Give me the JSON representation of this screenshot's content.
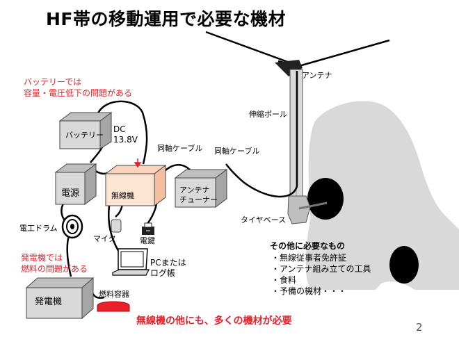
{
  "title": "HF帯の移動運用で必要な機材",
  "notes": {
    "battery_note_1": "バッテリーでは",
    "battery_note_2": "容量・電圧低下の問題がある",
    "generator_note_1": "発電機では",
    "generator_note_2": "燃料の問題がある"
  },
  "equipment": {
    "battery": "バッテリー",
    "power_supply": "電源",
    "radio": "無線機",
    "tuner_1": "アンテナ",
    "tuner_2": "チューナー",
    "generator": "発電機",
    "fuel_container": "燃料容器",
    "cord_reel": "電工ドラム",
    "mic": "マイク",
    "key": "電鍵",
    "pc_1": "PCまたは",
    "pc_2": "ログ帳",
    "antenna": "アンテナ",
    "pole": "伸縮ポール",
    "tire_base": "タイヤベース"
  },
  "labels": {
    "dc_1": "DC",
    "dc_2": "13.8V",
    "coax_1": "同軸ケーブル",
    "coax_2": "同軸ケーブル"
  },
  "others": {
    "heading": "その他に必要なもの",
    "items": [
      "・無線従事者免許証",
      "・アンテナ組み立ての工具",
      "・食料",
      "・予備の機材・・・"
    ]
  },
  "footer": "無線機の他にも、多くの機材が必要",
  "page_number": "2",
  "colors": {
    "accent_red": "#e8202a",
    "box_gray": "#d9d9d9",
    "radio_peach": "#fde4d3",
    "car_gray": "#d9d9d9",
    "fuel_red": "#e8202a"
  }
}
